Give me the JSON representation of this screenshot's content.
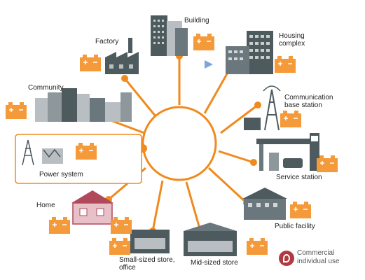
{
  "colors": {
    "accent": "#F08A1E",
    "battery": "#F59A3A",
    "building_dark": "#4D5A5E",
    "building_light": "#B8BEC2",
    "hub_stroke": "#F08A1E",
    "watermark_icon": "#B03A40"
  },
  "hub": {
    "label": ""
  },
  "nodes": [
    {
      "id": "building",
      "label": "Building"
    },
    {
      "id": "housing",
      "label": "Housing\ncomplex"
    },
    {
      "id": "communication",
      "label": "Communication\nbase station"
    },
    {
      "id": "service",
      "label": "Service station"
    },
    {
      "id": "public",
      "label": "Public facility"
    },
    {
      "id": "midsize",
      "label": "Mid-sized store"
    },
    {
      "id": "smallstore",
      "label": "Small-sized store,\noffice"
    },
    {
      "id": "home",
      "label": "Home"
    },
    {
      "id": "power",
      "label": "Power system"
    },
    {
      "id": "community",
      "label": "Community"
    },
    {
      "id": "factory",
      "label": "Factory"
    }
  ],
  "watermark": {
    "text": "Commercial\nindividual use"
  }
}
